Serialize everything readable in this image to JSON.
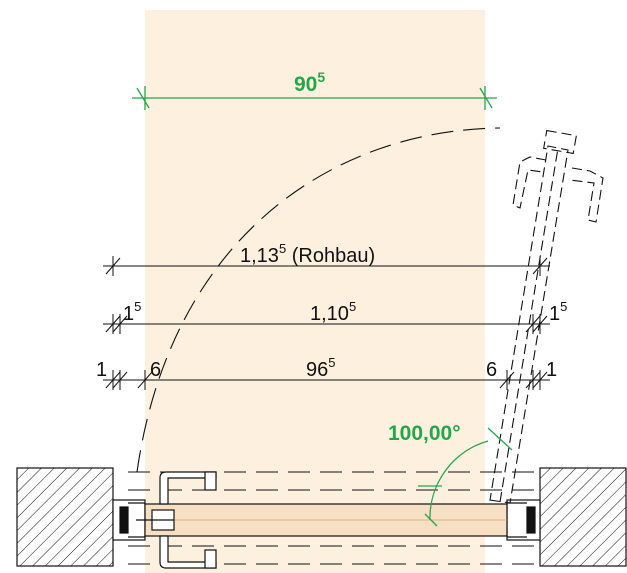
{
  "colors": {
    "clear_zone": "#fdf0df",
    "door_leaf": "#f6dfc3",
    "green": "#22a84a",
    "line": "#111111"
  },
  "dimensions": {
    "clear_width": {
      "main": "90",
      "sup": "5"
    },
    "rough_opening": {
      "main": "1,13",
      "sup": "5",
      "suffix": " (Rohbau)"
    },
    "frame_width": {
      "main": "1,10",
      "sup": "5"
    },
    "frame_left_side": {
      "main": "1",
      "sup": "5"
    },
    "frame_right_side": {
      "main": "1",
      "sup": "5"
    },
    "leaf_width": {
      "main": "96",
      "sup": "5"
    },
    "rebate_left": "6",
    "rebate_right": "6",
    "gap_left": "1",
    "gap_right": "1"
  },
  "opening_angle": "100,00°"
}
